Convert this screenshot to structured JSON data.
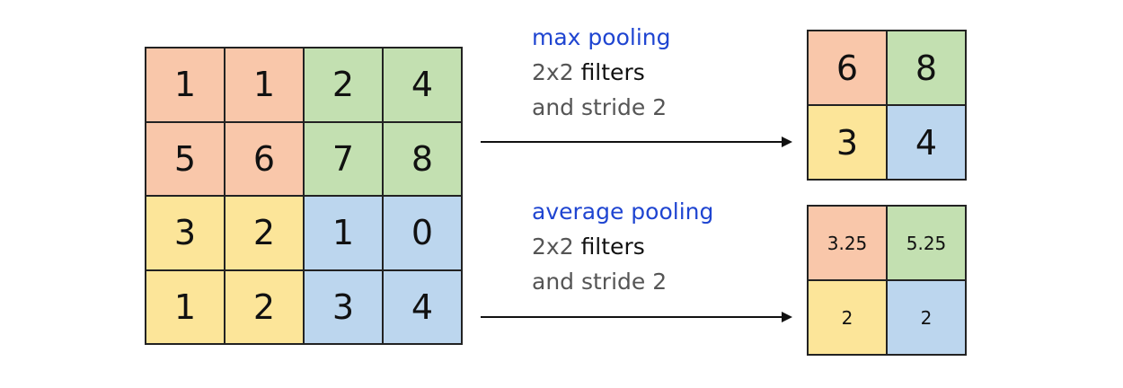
{
  "colors": {
    "orange": "#f9c7aa",
    "green": "#c3e0b1",
    "yellow": "#fce599",
    "blue": "#bcd6ee",
    "title_blue": "#1f45d1",
    "text_gray": "#555555",
    "border": "#222222"
  },
  "input": {
    "rows": [
      [
        "1",
        "1",
        "2",
        "4"
      ],
      [
        "5",
        "6",
        "7",
        "8"
      ],
      [
        "3",
        "2",
        "1",
        "0"
      ],
      [
        "1",
        "2",
        "3",
        "4"
      ]
    ]
  },
  "max_pooling": {
    "title": "max pooling",
    "filter_prefix": "2x2",
    "filter_word": "filters",
    "stride_text": "and stride 2",
    "output": [
      [
        "6",
        "8"
      ],
      [
        "3",
        "4"
      ]
    ]
  },
  "average_pooling": {
    "title": "average pooling",
    "filter_prefix": "2x2",
    "filter_word": "filters",
    "stride_text": "and stride 2",
    "output": [
      [
        "3.25",
        "5.25"
      ],
      [
        "2",
        "2"
      ]
    ]
  }
}
